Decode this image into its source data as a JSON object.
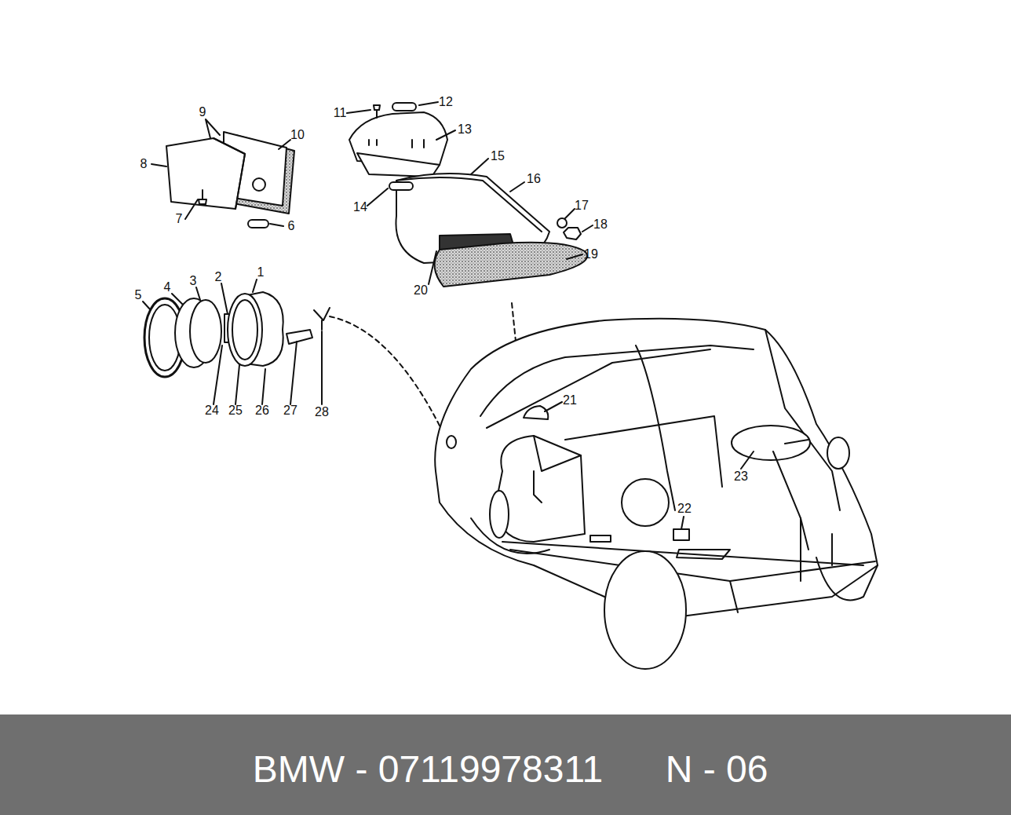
{
  "diagram": {
    "nodes": [
      {
        "text": [
          "BMW - 07119978311",
          "N - 06"
        ]
      }
    ],
    "labels": [
      "1",
      "2",
      "3",
      "4",
      "5",
      "6",
      "7",
      "8",
      "9",
      "10",
      "11",
      "12",
      "13",
      "14",
      "15",
      "16",
      "17",
      "18",
      "19",
      "20",
      "21",
      "22",
      "23",
      "24",
      "25",
      "26",
      "27",
      "28"
    ]
  }
}
